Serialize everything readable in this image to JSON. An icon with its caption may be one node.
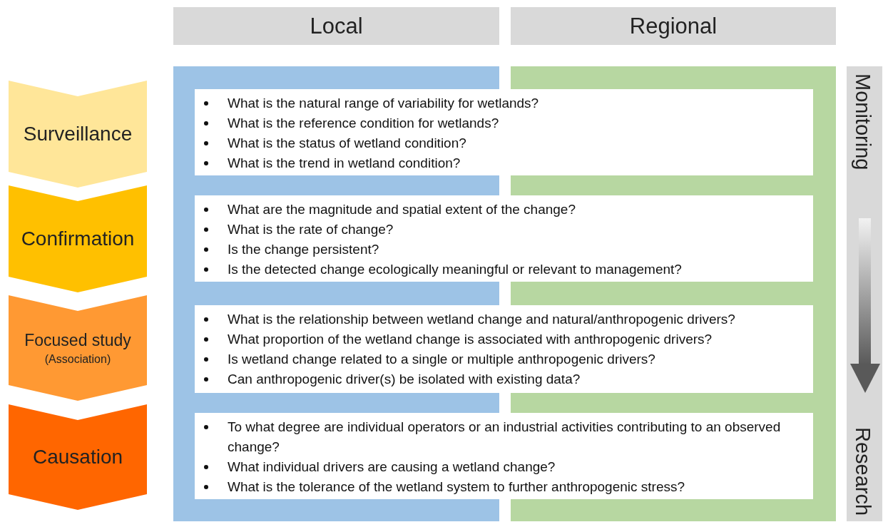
{
  "diagram": {
    "nodes": [
      {
        "text": [
          "Local"
        ]
      },
      {
        "text": [
          "Regional"
        ]
      },
      {
        "text": [
          "Surveillance"
        ]
      },
      {
        "text": [
          "What is the natural range of variability for wetlands?",
          "What is the reference condition for wetlands?",
          "What is the status of wetland condition?",
          "What is the trend in wetland condition?"
        ]
      },
      {
        "text": [
          "Monitoring",
          "Research"
        ]
      },
      {
        "text": [
          "Confirmation"
        ]
      },
      {
        "text": [
          "What are the magnitude and spatial extent of the change?",
          "What is the rate of change?",
          "Is the change persistent?",
          "Is the detected change ecologically meaningful or relevant to management?"
        ]
      },
      {
        "text": [
          "Focused study",
          "(Association)"
        ]
      },
      {
        "text": [
          "What is the relationship between wetland change and natural/anthropogenic drivers?",
          "What proportion of the wetland change is associated with anthropogenic drivers?",
          "Is wetland change related to a single or multiple anthropogenic drivers?",
          "Can anthropogenic driver(s) be isolated with existing data?"
        ]
      },
      {
        "text": [
          "Causation"
        ]
      },
      {
        "text": [
          "To what degree are individual operators or an industrial activities contributing to an observed change?",
          "What individual drivers are causing a wetland change?",
          "What is the tolerance of the wetland system to further anthropogenic stress?"
        ]
      }
    ]
  }
}
